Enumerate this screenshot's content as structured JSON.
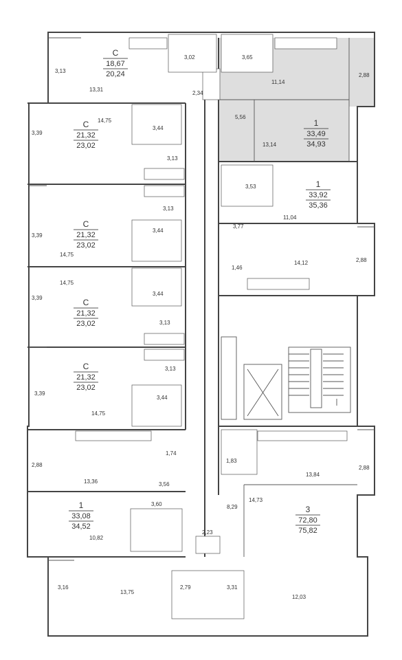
{
  "colors": {
    "wall": "#444444",
    "highlight": "#dedede",
    "background": "#ffffff",
    "text": "#333333"
  },
  "apartments": [
    {
      "id": "a1",
      "type": "С",
      "area": "18,67",
      "total": "20,24"
    },
    {
      "id": "a2",
      "type": "1",
      "area": "33,49",
      "total": "34,93",
      "highlighted": true
    },
    {
      "id": "a3",
      "type": "С",
      "area": "21,32",
      "total": "23,02"
    },
    {
      "id": "a4",
      "type": "1",
      "area": "33,92",
      "total": "35,36"
    },
    {
      "id": "a5",
      "type": "С",
      "area": "21,32",
      "total": "23,02"
    },
    {
      "id": "a6",
      "type": "С",
      "area": "21,32",
      "total": "23,02"
    },
    {
      "id": "a7",
      "type": "С",
      "area": "21,32",
      "total": "23,02"
    },
    {
      "id": "a8",
      "type": "1",
      "area": "33,08",
      "total": "34,52"
    },
    {
      "id": "a9",
      "type": "3",
      "area": "72,80",
      "total": "75,82"
    }
  ],
  "rooms": [
    "3,13",
    "13,31",
    "3,02",
    "2,34",
    "3,65",
    "11,14",
    "2,88",
    "5,56",
    "13,14",
    "3,39",
    "14,75",
    "3,44",
    "3,13",
    "3,53",
    "11,04",
    "3,77",
    "3,39",
    "3,44",
    "3,13",
    "14,75",
    "1,46",
    "14,12",
    "2,88",
    "14,75",
    "3,39",
    "3,44",
    "3,13",
    "3,39",
    "3,13",
    "3,44",
    "14,75",
    "1,74",
    "2,88",
    "13,36",
    "3,56",
    "1,83",
    "13,84",
    "2,88",
    "14,73",
    "3,60",
    "8,29",
    "10,82",
    "2,23",
    "3,16",
    "13,75",
    "2,79",
    "3,31",
    "12,03"
  ]
}
